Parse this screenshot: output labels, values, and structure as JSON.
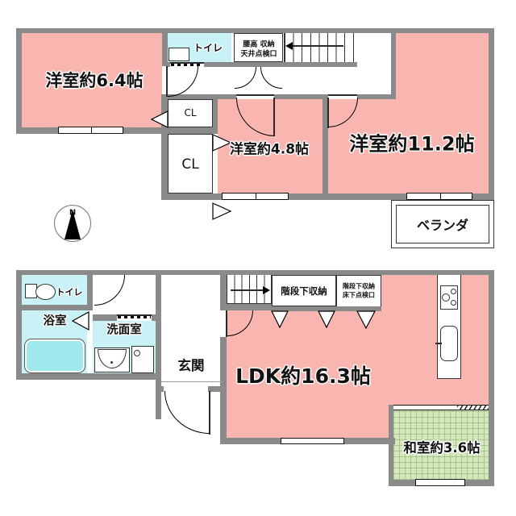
{
  "colors": {
    "wall": "#8a8a8a",
    "room_pink": "#f9b6b1",
    "water_cyan": "#c9f2f6",
    "bathtub_cyan": "#9fe9ec",
    "tatami_green": "#d4e7bd",
    "line": "#2a2a2a"
  },
  "compass": {
    "north": "N"
  },
  "floor2": {
    "western_6_4": "洋室約6.4帖",
    "toilet": "トイレ",
    "waist_storage_line1": "腰高 収納",
    "waist_storage_line2": "天井点検口",
    "closet_upper": "CL",
    "closet_lower": "CL",
    "western_4_8": "洋室約4.8帖",
    "western_11_2": "洋室約11.2帖",
    "veranda": "ベランダ"
  },
  "floor1": {
    "toilet": "トイレ",
    "bath": "浴室",
    "washroom": "洗面室",
    "entrance": "玄関",
    "stair_storage": "階段下収納",
    "stair_storage2_line1": "階段下収納",
    "stair_storage2_line2": "床下点検口",
    "ldk": "LDK約16.3帖",
    "japanese_room": "和室約3.6帖"
  }
}
